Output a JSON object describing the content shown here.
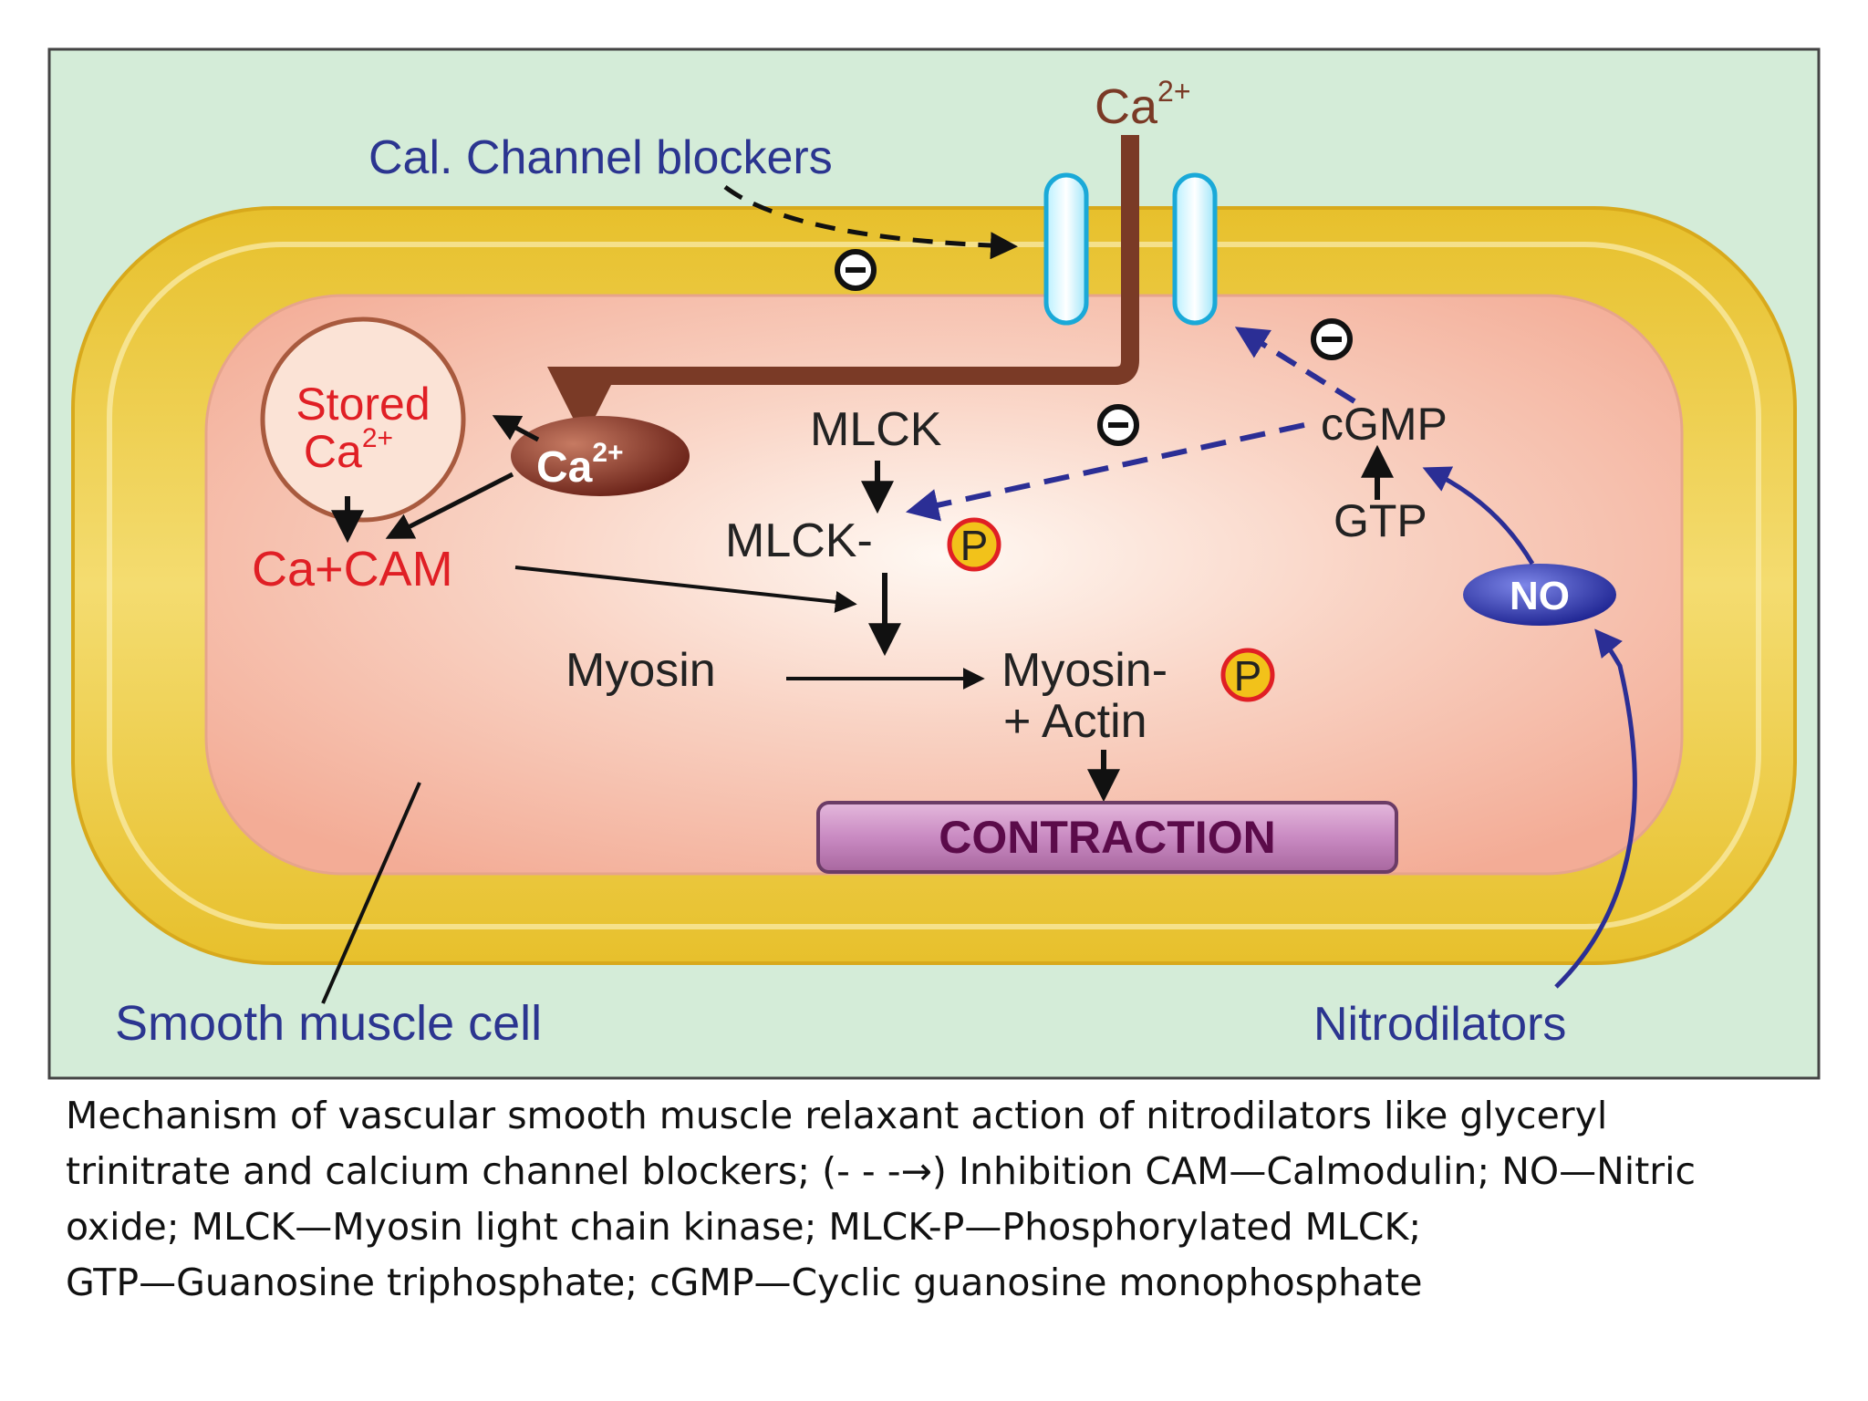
{
  "colors": {
    "background": "#d4ecd8",
    "membrane": "#e9c73a",
    "cytoplasm": "#f6bfae",
    "calcium_path": "#7a3a26",
    "inhibition_path": "#2b2e95",
    "text_blue": "#2b3590",
    "text_red": "#e01f25",
    "text_dark": "#222222",
    "contraction_fill": "#c58ac0",
    "contraction_text": "#5b0b4a",
    "phosphate": "#f2c21a"
  },
  "labels": {
    "ca_outside_base": "Ca",
    "ca_outside_sup": "2+",
    "cal_channel_blockers": "Cal. Channel blockers",
    "stored_line1": "Stored",
    "stored_line2_base": "Ca",
    "stored_line2_sup": "2+",
    "ca_inside_base": "Ca",
    "ca_inside_sup": "2+",
    "ca_cam": "Ca+CAM",
    "mlck": "MLCK",
    "mlck_p": "MLCK-",
    "phosphate": "P",
    "cgmp": "cGMP",
    "gtp": "GTP",
    "no": "NO",
    "myosin": "Myosin",
    "myosin_p": "Myosin-",
    "actin": "+ Actin",
    "contraction": "CONTRACTION",
    "smooth_muscle_cell": "Smooth muscle cell",
    "nitrodilators": "Nitrodilators",
    "inhibit_symbol": "−"
  },
  "caption": {
    "line1": "Mechanism of vascular smooth muscle relaxant action of nitrodilators like glyceryl",
    "line2": "trinitrate and calcium channel blockers; (- - -→) Inhibition CAM—Calmodulin; NO—Nitric",
    "line3": "oxide; MLCK—Myosin light chain kinase; MLCK-P—Phosphorylated MLCK;",
    "line4": "GTP—Guanosine triphosphate; cGMP—Cyclic guanosine monophosphate"
  }
}
